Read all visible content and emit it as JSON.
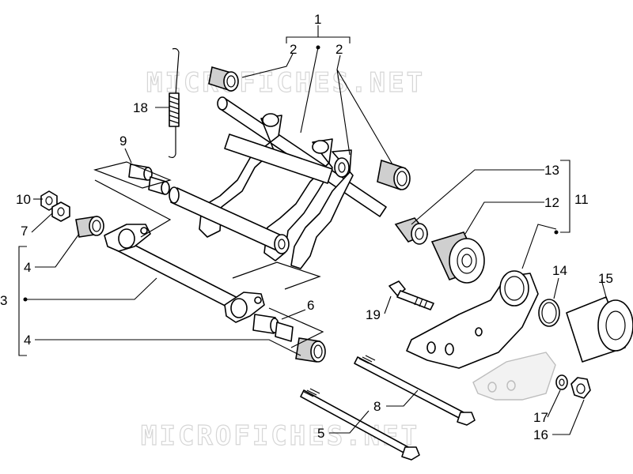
{
  "watermark": {
    "text": "MICROFICHES.NET"
  },
  "callouts": {
    "c1": "1",
    "c2a": "2",
    "c2b": "2",
    "c3": "3",
    "c4a": "4",
    "c4b": "4",
    "c5": "5",
    "c6": "6",
    "c7": "7",
    "c8": "8",
    "c9": "9",
    "c10": "10",
    "c11": "11",
    "c12": "12",
    "c13": "13",
    "c14": "14",
    "c15": "15",
    "c16": "16",
    "c17": "17",
    "c18": "18",
    "c19": "19"
  }
}
